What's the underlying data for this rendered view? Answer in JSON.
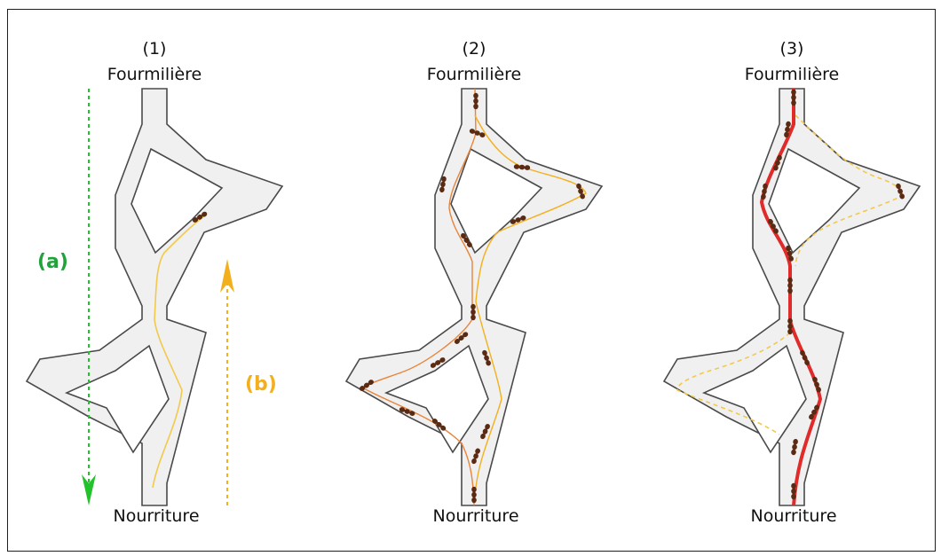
{
  "panels": [
    {
      "number": "(1)",
      "top_label": "Fourmilière",
      "bottom_label": "Nourriture"
    },
    {
      "number": "(2)",
      "top_label": "Fourmilière",
      "bottom_label": "Nourriture"
    },
    {
      "number": "(3)",
      "top_label": "Fourmilière",
      "bottom_label": "Nourriture"
    }
  ],
  "arrows": {
    "a": {
      "label": "(a)",
      "color": "#22c32a"
    },
    "b": {
      "label": "(b)",
      "color": "#f2b01e"
    }
  },
  "colors": {
    "corridor_fill": "#f0f0f0",
    "corridor_stroke": "#4a4a4a",
    "trail_light": "#f2c94c",
    "trail_orange": "#e8843a",
    "trail_red": "#e02b2b",
    "ant": "#5a2a12"
  }
}
